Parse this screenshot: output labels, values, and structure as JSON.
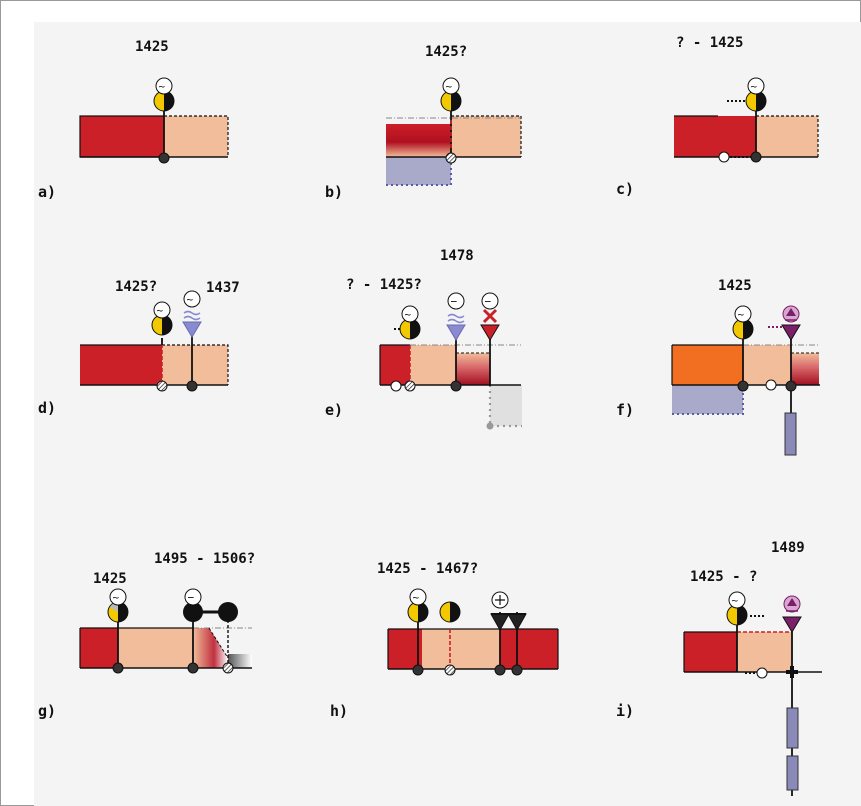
{
  "panels": [
    {
      "id": "a",
      "label": "a)",
      "dates": [
        "1425"
      ]
    },
    {
      "id": "b",
      "label": "b)",
      "dates": [
        "1425?"
      ]
    },
    {
      "id": "c",
      "label": "c)",
      "dates": [
        "? - 1425"
      ]
    },
    {
      "id": "d",
      "label": "d)",
      "dates": [
        "1425?",
        "1437"
      ]
    },
    {
      "id": "e",
      "label": "e)",
      "dates": [
        "1478",
        "? - 1425?"
      ]
    },
    {
      "id": "f",
      "label": "f)",
      "dates": [
        "1425"
      ]
    },
    {
      "id": "g",
      "label": "g)",
      "dates": [
        "1425",
        "1495 - 1506?"
      ]
    },
    {
      "id": "h",
      "label": "h)",
      "dates": [
        "1425 - 1467?"
      ]
    },
    {
      "id": "i",
      "label": "i)",
      "dates": [
        "1489",
        "1425 - ?"
      ]
    }
  ],
  "colors": {
    "dark_red": "#cc2028",
    "peach": "#f2bd9a",
    "orange": "#f26f22",
    "lavender": "#a9aac9",
    "purple": "#7b1f6b",
    "blue_marker": "#8a8ad0",
    "yellow": "#f2c800",
    "panel_bg": "#f4f4f4"
  }
}
